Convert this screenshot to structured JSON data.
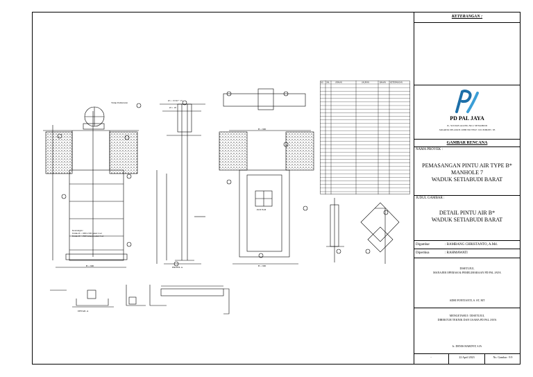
{
  "title_block": {
    "keterangan": "KETERANGAN :",
    "company": "PD PAL JAYA",
    "address_line1": "JL. SULTAN AGUNG NO.1 SETIABUDI",
    "address_line2": "JAKARTA SELATAN 12980 NO TELP : 021 8296295 / 93",
    "gambar_rencana": "GAMBAR RENCANA",
    "nama_proyek_label": "NAMA PROYEK :",
    "nama_proyek_l1": "PEMASANGAN PINTU AIR TYPE B*",
    "nama_proyek_l2": "MANHOLE 7",
    "nama_proyek_l3": "WADUK SETIABUDI BARAT",
    "judul_label": "JUDUL GAMBAR :",
    "judul_l1": "DETAIL PINTU AIR B*",
    "judul_l2": "WADUK SETIABUDI BARAT",
    "digambar_label": "Digambar",
    "digambar_value": ": BAMBANG CHRISTANTO, A.Md.",
    "diperiksa_label": "Diperiksa",
    "diperiksa_value": ": RAHMAWATI",
    "disetujui1": "DISETUJUI,",
    "manajer": "MANAJER OPERASI & PEMELIHARAAN PD PAL JAYA",
    "name1": "ADHI PONTIANTI, S. ST, MT",
    "mengetahui": "MENGETAHUI / DISETUJUI,",
    "direktur": "DIREKTUR TEKNIK DAN USAHA PD PAL JAYA",
    "name2": "Ir. DENIS HARDYF, S.Ft",
    "date": "22 April 2023",
    "no_gambar": "No. Gambar : 9.9",
    "blank_cell": "-"
  },
  "drawing_labels": {
    "detail_a": "DETAIL A",
    "profil_a": "PROFIL A",
    "potongan": "POT B-B",
    "b900_1": "B = 900",
    "b900_2": "B = 900",
    "b900_3": "B = 900",
    "note1": "Keterangan :",
    "note2": "Untuk Ø = 1000-1500 pakai 2 set",
    "note3": "Untuk Ø > 1500 lainnya pakai 4 set",
    "tutup": "Tutup Pemutaran",
    "dim1": "Ø = 13 M + 15",
    "dim2": "Ø = 18"
  },
  "table": {
    "headers": [
      "NO",
      "JML",
      "URAIAN",
      "UKURAN",
      "BAHAN",
      "KETERANGAN"
    ],
    "row_count": 30
  }
}
